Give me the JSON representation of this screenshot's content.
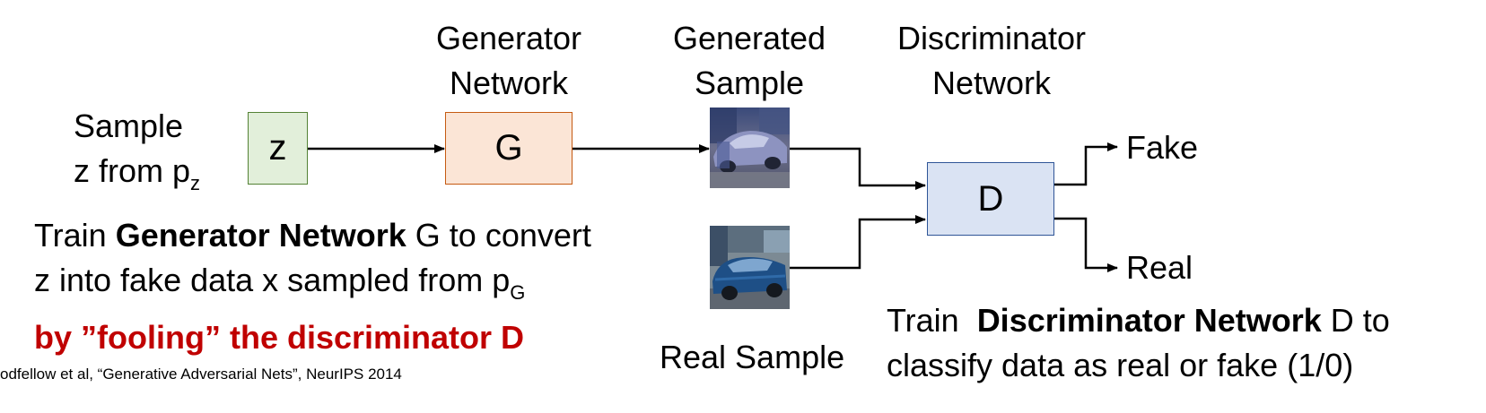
{
  "labels": {
    "sample_line1": "Sample",
    "sample_line2_prefix": "z from p",
    "sample_line2_sub": "z",
    "generator_title_line1": "Generator",
    "generator_title_line2": "Network",
    "generated_title_line1": "Generated",
    "generated_title_line2": "Sample",
    "discriminator_title_line1": "Discriminator",
    "discriminator_title_line2": "Network",
    "real_sample": "Real Sample",
    "fake_output": "Fake",
    "real_output": "Real"
  },
  "boxes": {
    "z": "z",
    "g": "G",
    "d": "D"
  },
  "generator_text": {
    "l1_a": "Train ",
    "l1_b": "Generator Network",
    "l1_c": " G to convert",
    "l2_a": "z into fake data x sampled from p",
    "l2_sub": "G",
    "l3": "by ”fooling” the discriminator D"
  },
  "discriminator_text": {
    "l1_a": "Train  ",
    "l1_b": "Discriminator Network",
    "l1_c": " D to",
    "l2": "classify data as real or fake (1/0)"
  },
  "citation": "odfellow et al, “Generative Adversarial Nets”, NeurIPS 2014",
  "colors": {
    "z_fill": "#e2efda",
    "z_border": "#548235",
    "g_fill": "#fbe5d6",
    "g_border": "#c55a11",
    "d_fill": "#dae3f3",
    "d_border": "#2f5597",
    "accent_red": "#c00000"
  }
}
